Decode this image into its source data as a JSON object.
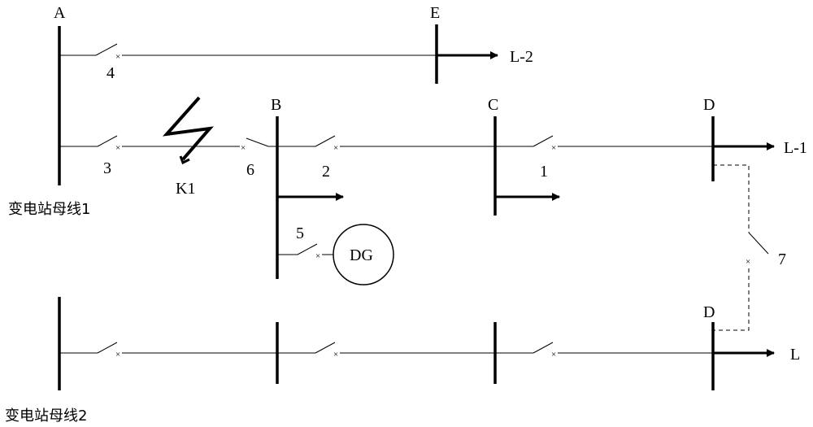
{
  "nodes": {
    "A": "A",
    "B": "B",
    "C": "C",
    "D1": "D",
    "D2": "D",
    "E": "E"
  },
  "loads": {
    "L2": "L-2",
    "L1": "L-1",
    "L": "L"
  },
  "switches": {
    "s1": "1",
    "s2": "2",
    "s3": "3",
    "s4": "4",
    "s5": "5",
    "s6": "6",
    "s7": "7"
  },
  "fault": "K1",
  "generator": "DG",
  "buses": {
    "bus1": "变电站母线1",
    "bus2": "变电站母线2"
  }
}
